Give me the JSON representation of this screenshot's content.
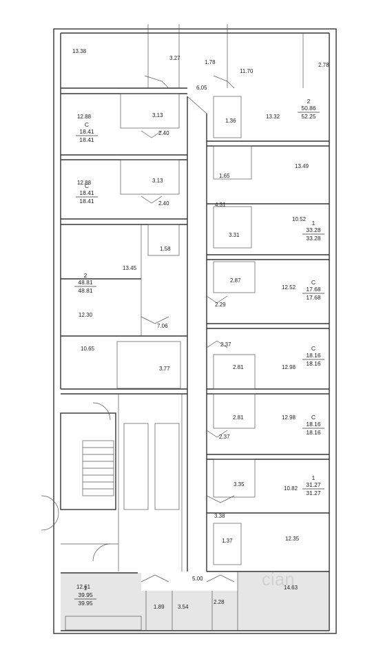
{
  "watermark": "cian",
  "room_areas": [
    "13.38",
    "3.27",
    "1.78",
    "11.70",
    "2.78",
    "6.05",
    "12.88",
    "3.13",
    "2.40",
    "13.32",
    "1.36",
    "12.88",
    "3.13",
    "2.40",
    "13.49",
    "1.65",
    "4.31",
    "10.52",
    "3.31",
    "1.58",
    "13.45",
    "2.87",
    "12.52",
    "2.29",
    "12.30",
    "7.06",
    "2.37",
    "10.65",
    "3.77",
    "2.81",
    "12.98",
    "2.81",
    "12.98",
    "2.37",
    "3.35",
    "10.82",
    "3.38",
    "1.37",
    "12.35",
    "5.00",
    "12.61",
    "1.89",
    "3.54",
    "2.28",
    "14.63"
  ],
  "apartments": [
    {
      "rooms": "2",
      "living": "50.86",
      "total": "52.25"
    },
    {
      "rooms": "С",
      "living": "18.41",
      "total": "18.41"
    },
    {
      "rooms": "С",
      "living": "18.41",
      "total": "18.41"
    },
    {
      "rooms": "1",
      "living": "33.28",
      "total": "33.28"
    },
    {
      "rooms": "2",
      "living": "48.81",
      "total": "48.81"
    },
    {
      "rooms": "С",
      "living": "17.68",
      "total": "17.68"
    },
    {
      "rooms": "С",
      "living": "18.16",
      "total": "18.16"
    },
    {
      "rooms": "С",
      "living": "18.16",
      "total": "18.16"
    },
    {
      "rooms": "1",
      "living": "31.27",
      "total": "31.27"
    },
    {
      "rooms": "1",
      "living": "39.95",
      "total": "39.95"
    }
  ]
}
